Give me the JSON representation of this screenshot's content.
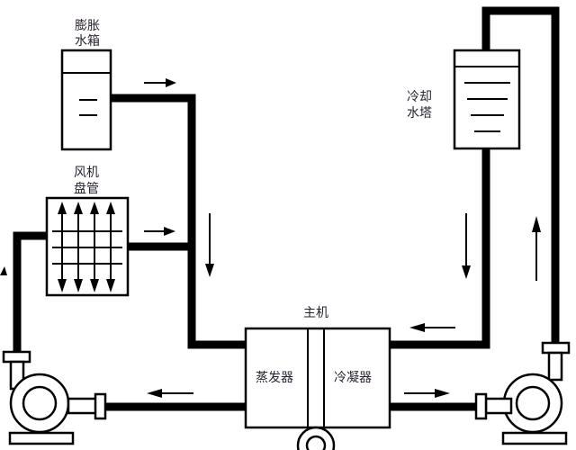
{
  "diagram": {
    "type": "HVAC chilled-water / cooling-water system schematic",
    "components": {
      "expansion_tank": {
        "label_line1": "膨胀",
        "label_line2": "水箱"
      },
      "fan_coil": {
        "label_line1": "风机",
        "label_line2": "盘管"
      },
      "cooling_tower": {
        "label_line1": "冷却",
        "label_line2": "水塔"
      },
      "chiller": {
        "label": "主机",
        "evaporator": "蒸发器",
        "condenser": "冷凝器"
      },
      "pump_left": {
        "label": ""
      },
      "pump_right": {
        "label": ""
      }
    },
    "flows": [
      {
        "from": "expansion_tank",
        "to": "main_supply_pipe",
        "direction": "right"
      },
      {
        "from": "fan_coil",
        "to": "main_supply_pipe",
        "direction": "right"
      },
      {
        "from": "main_supply_pipe",
        "to": "evaporator",
        "direction": "down"
      },
      {
        "from": "evaporator",
        "to": "pump_left",
        "direction": "left"
      },
      {
        "from": "cooling_tower",
        "to": "condenser",
        "direction": "down"
      },
      {
        "from": "cooling_tower_return",
        "to": "condenser",
        "direction": "left"
      },
      {
        "from": "condenser",
        "to": "pump_right",
        "direction": "right"
      },
      {
        "from": "pump_right",
        "to": "cooling_tower",
        "direction": "up"
      }
    ]
  }
}
